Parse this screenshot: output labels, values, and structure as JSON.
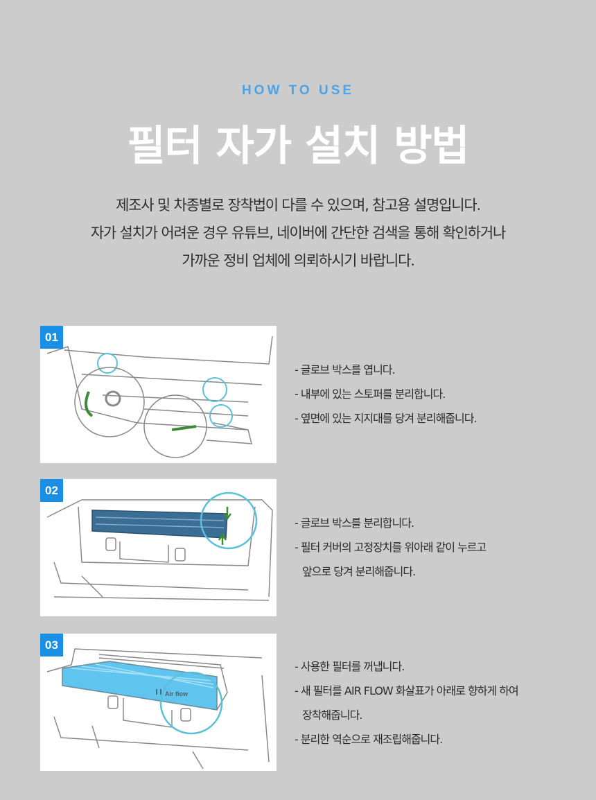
{
  "header": {
    "eyebrow": "HOW TO USE",
    "title": "필터 자가 설치 방법",
    "intro": [
      "제조사 및 차종별로 장착법이 다를 수 있으며, 참고용 설명입니다.",
      "자가 설치가 어려운 경우 유튜브, 네이버에 간단한 검색을 통해 확인하거나",
      "가까운 정비 업체에 의뢰하시기 바랍니다."
    ]
  },
  "colors": {
    "background": "#cccccc",
    "accent": "#1a8fe3",
    "eyebrow": "#4aa3ea",
    "highlight": "#5bbfd9",
    "arrow": "#3f8a3a"
  },
  "steps": [
    {
      "number": "01",
      "lines": [
        "- 글로브 박스를 엽니다.",
        "- 내부에 있는 스토퍼를 분리합니다.",
        "- 옆면에 있는 지지대를 당겨 분리해줍니다."
      ]
    },
    {
      "number": "02",
      "lines": [
        "- 글로브 박스를 분리합니다.",
        "- 필터 커버의 고정장치를 위아래 같이 누르고",
        "앞으로 당겨 분리해줍니다."
      ]
    },
    {
      "number": "03",
      "illustration_label": "Air flow",
      "lines": [
        "- 사용한 필터를 꺼냅니다.",
        "- 새 필터를 AIR FLOW 화살표가 아래로 향하게 하여",
        "장착해줍니다.",
        "- 분리한 역순으로 재조립해줍니다."
      ]
    }
  ]
}
